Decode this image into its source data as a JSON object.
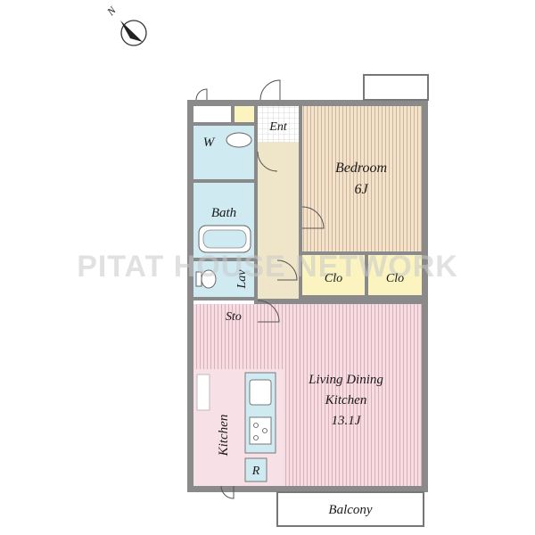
{
  "compass": {
    "label": "N",
    "icon": "north-arrow-icon"
  },
  "watermark": "PITAT HOUSE NETWORK",
  "rooms": {
    "entrance": "Ent",
    "washer": "W",
    "bath": "Bath",
    "lavatory": "Lav",
    "storage": "Sto",
    "bedroom": {
      "name": "Bedroom",
      "size": "6J"
    },
    "closet_left": "Clo",
    "closet_right": "Clo",
    "ldk": {
      "line1": "Living Dining",
      "line2": "Kitchen",
      "size": "13.1J"
    },
    "kitchen": "Kitchen",
    "refrigerator": "R",
    "balcony": "Balcony"
  },
  "colors": {
    "wall": "#7a7a7a",
    "wet_area": "#cfeaf1",
    "hall": "#efe6c9",
    "bedroom": "#f3e3cc",
    "living": "#f6dde3",
    "kitchen_floor": "#f8e1e6",
    "storage": "#fbf3c0",
    "closet": "#fbf3c0",
    "balcony": "#ffffff"
  }
}
